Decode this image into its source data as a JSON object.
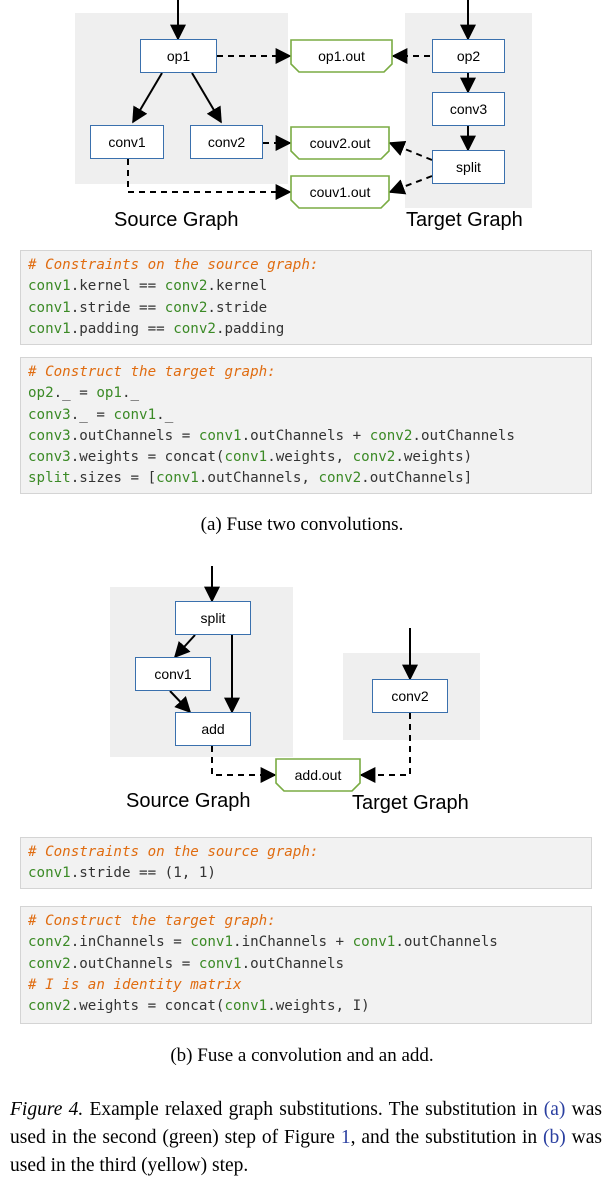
{
  "figure_a": {
    "source_label": "Source Graph",
    "target_label": "Target Graph",
    "nodes": {
      "op1": "op1",
      "conv1": "conv1",
      "conv2": "conv2",
      "op2": "op2",
      "conv3": "conv3",
      "split": "split"
    },
    "outputs": {
      "op1_out": "op1.out",
      "conv2_out": "couv2.out",
      "conv1_out": "couv1.out"
    },
    "constraints_code": [
      [
        {
          "t": "# Constraints on the source graph:",
          "c": "cm"
        }
      ],
      [
        {
          "t": "conv1",
          "c": "id"
        },
        {
          "t": ".kernel == "
        },
        {
          "t": "conv2",
          "c": "id"
        },
        {
          "t": ".kernel"
        }
      ],
      [
        {
          "t": "conv1",
          "c": "id"
        },
        {
          "t": ".stride == "
        },
        {
          "t": "conv2",
          "c": "id"
        },
        {
          "t": ".stride"
        }
      ],
      [
        {
          "t": "conv1",
          "c": "id"
        },
        {
          "t": ".padding == "
        },
        {
          "t": "conv2",
          "c": "id"
        },
        {
          "t": ".padding"
        }
      ]
    ],
    "construct_code": [
      [
        {
          "t": "# Construct the target graph:",
          "c": "cm"
        }
      ],
      [
        {
          "t": "op2",
          "c": "id"
        },
        {
          "t": "._ = "
        },
        {
          "t": "op1",
          "c": "id"
        },
        {
          "t": "._"
        }
      ],
      [
        {
          "t": "conv3",
          "c": "id"
        },
        {
          "t": "._ = "
        },
        {
          "t": "conv1",
          "c": "id"
        },
        {
          "t": "._"
        }
      ],
      [
        {
          "t": "conv3",
          "c": "id"
        },
        {
          "t": ".outChannels = "
        },
        {
          "t": "conv1",
          "c": "id"
        },
        {
          "t": ".outChannels + "
        },
        {
          "t": "conv2",
          "c": "id"
        },
        {
          "t": ".outChannels"
        }
      ],
      [
        {
          "t": "conv3",
          "c": "id"
        },
        {
          "t": ".weights = concat("
        },
        {
          "t": "conv1",
          "c": "id"
        },
        {
          "t": ".weights, "
        },
        {
          "t": "conv2",
          "c": "id"
        },
        {
          "t": ".weights)"
        }
      ],
      [
        {
          "t": "split",
          "c": "id"
        },
        {
          "t": ".sizes = ["
        },
        {
          "t": "conv1",
          "c": "id"
        },
        {
          "t": ".outChannels, "
        },
        {
          "t": "conv2",
          "c": "id"
        },
        {
          "t": ".outChannels]"
        }
      ]
    ],
    "caption": "(a) Fuse two convolutions."
  },
  "figure_b": {
    "source_label": "Source Graph",
    "target_label": "Target Graph",
    "nodes": {
      "split": "split",
      "conv1": "conv1",
      "add": "add",
      "conv2": "conv2"
    },
    "outputs": {
      "add_out": "add.out"
    },
    "constraints_code": [
      [
        {
          "t": "# Constraints on the source graph:",
          "c": "cm"
        }
      ],
      [
        {
          "t": "conv1",
          "c": "id"
        },
        {
          "t": ".stride == (1, 1)"
        }
      ]
    ],
    "construct_code": [
      [
        {
          "t": "# Construct the target graph:",
          "c": "cm"
        }
      ],
      [
        {
          "t": "conv2",
          "c": "id"
        },
        {
          "t": ".inChannels = "
        },
        {
          "t": "conv1",
          "c": "id"
        },
        {
          "t": ".inChannels + "
        },
        {
          "t": "conv1",
          "c": "id"
        },
        {
          "t": ".outChannels"
        }
      ],
      [
        {
          "t": "conv2",
          "c": "id"
        },
        {
          "t": ".outChannels = "
        },
        {
          "t": "conv1",
          "c": "id"
        },
        {
          "t": ".outChannels"
        }
      ],
      [
        {
          "t": "# I is an identity matrix",
          "c": "cm"
        }
      ],
      [
        {
          "t": "conv2",
          "c": "id"
        },
        {
          "t": ".weights = concat("
        },
        {
          "t": "conv1",
          "c": "id"
        },
        {
          "t": ".weights, I)"
        }
      ]
    ],
    "caption": "(b) Fuse a convolution and an add."
  },
  "figure_caption": {
    "label": "Figure 4.",
    "text_1": " Example relaxed graph substitutions. The substitution in ",
    "ref_a": "(a)",
    "text_2": " was used in the second (green) step of Figure ",
    "ref_fig": "1",
    "text_3": ", and the substitution in ",
    "ref_b": "(b)",
    "text_4": " was used in the third (yellow) step."
  },
  "colors": {
    "node_border": "#3a70ad",
    "output_border": "#7aac43",
    "graph_background": "#efefef",
    "code_comment": "#e06c10",
    "code_identifier": "#3b8a26",
    "reference_link": "#2a3fa0"
  }
}
